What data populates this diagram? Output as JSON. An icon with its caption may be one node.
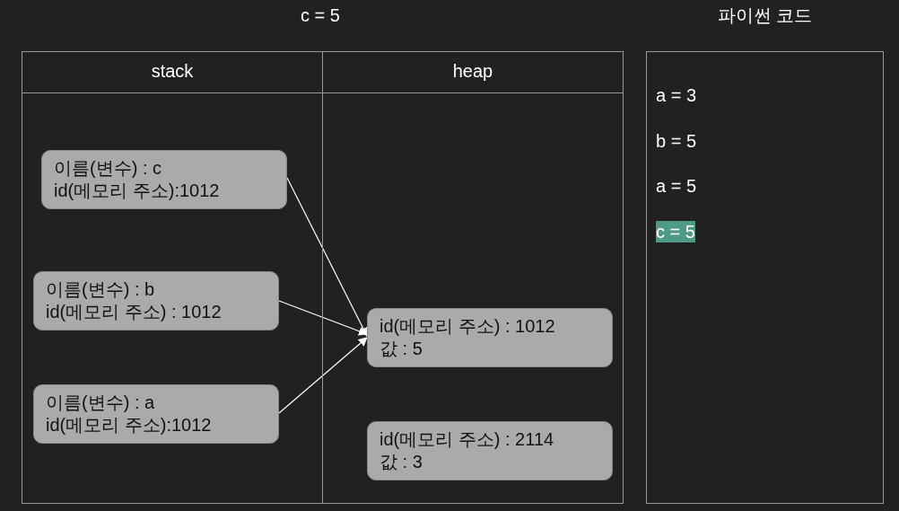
{
  "diagram": {
    "title": "c = 5",
    "nodes": [
      {
        "text": [
          "stack"
        ]
      },
      {
        "text": [
          "heap"
        ]
      },
      {
        "text": [
          "이름(변수) : c",
          "id(메모리 주소):1012"
        ],
        "in": 0
      },
      {
        "text": [
          "이름(변수) : b",
          "id(메모리 주소) : 1012"
        ],
        "in": 0
      },
      {
        "text": [
          "이름(변수) : a",
          "id(메모리 주소):1012"
        ],
        "in": 0
      },
      {
        "text": [
          "id(메모리 주소) : 1012",
          "값 : 5"
        ],
        "in": 1
      },
      {
        "text": [
          "id(메모리 주소) : 2114",
          "값 : 3"
        ],
        "in": 1
      },
      {
        "text": [
          "파이썬 코드",
          "a = 3",
          "b = 5",
          "a = 5",
          "c = 5"
        ]
      }
    ],
    "edges": [
      {
        "from": 2,
        "to": 5,
        "arrow": "to"
      },
      {
        "from": 3,
        "to": 5,
        "arrow": "to"
      },
      {
        "from": 4,
        "to": 5,
        "arrow": "to"
      }
    ]
  }
}
